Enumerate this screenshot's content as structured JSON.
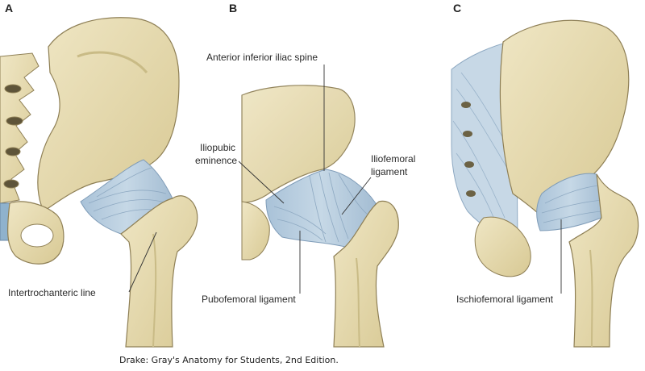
{
  "panels": {
    "a": {
      "letter": "A",
      "labels": {
        "intertrochanteric": "Intertrochanteric line"
      }
    },
    "b": {
      "letter": "B",
      "labels": {
        "aiis": "Anterior inferior iliac spine",
        "iliopubic_line1": "Iliopubic",
        "iliopubic_line2": "eminence",
        "iliofemoral_line1": "Iliofemoral",
        "iliofemoral_line2": "ligament",
        "pubofemoral": "Pubofemoral ligament"
      }
    },
    "c": {
      "letter": "C",
      "labels": {
        "ischiofemoral": "Ischiofemoral ligament"
      }
    }
  },
  "credit": "Drake: Gray's Anatomy for Students, 2nd Edition.",
  "colors": {
    "bone": "#e6dbb0",
    "bone_shadow": "#c9bb86",
    "bone_outline": "#8e7f55",
    "ligament": "#b9cfe0",
    "ligament_line": "#8ea9c2",
    "leader": "#333333"
  }
}
